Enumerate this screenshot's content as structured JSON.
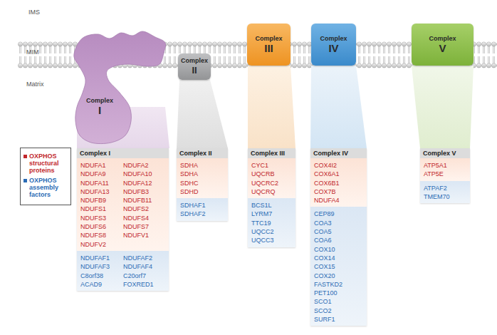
{
  "diagram": {
    "nodes": [
      {
        "text": [
          "Complex",
          "I"
        ]
      },
      {
        "text": [
          "Complex",
          "II"
        ]
      },
      {
        "text": [
          "Complex",
          "III"
        ]
      },
      {
        "text": [
          "Complex",
          "IV"
        ]
      },
      {
        "text": [
          "Complex",
          "V"
        ]
      },
      {
        "text": [
          "Complex I"
        ]
      },
      {
        "text": [
          "NDUFA1",
          "NDUFA2",
          "NDUFA9",
          "NDUFA10",
          "NDUFA11",
          "NDUFA12",
          "NDUFA13",
          "NDUFB3",
          "NDUFB9",
          "NDUFB11",
          "NDUFS1",
          "NDUFS2",
          "NDUFS3",
          "NDUFS4",
          "NDUFS6",
          "NDUFS7",
          "NDUFS8",
          "NDUFV1",
          "NDUFV2"
        ],
        "in": 5
      },
      {
        "text": [
          "NDUFAF1",
          "NDUFAF2",
          "NDUFAF3",
          "NDUFAF4",
          "C8orf38",
          "C20orf7",
          "ACAD9",
          "FOXRED1"
        ],
        "in": 5
      },
      {
        "text": [
          "Complex II"
        ]
      },
      {
        "text": [
          "SDHA",
          "SDHA",
          "SDHC",
          "SDHD"
        ],
        "in": 8
      },
      {
        "text": [
          "SDHAF1",
          "SDHAF2"
        ],
        "in": 8
      },
      {
        "text": [
          "Complex III"
        ]
      },
      {
        "text": [
          "CYC1",
          "UQCRB",
          "UQCRC2",
          "UQCRQ"
        ],
        "in": 11
      },
      {
        "text": [
          "BCS1L",
          "LYRM7",
          "TTC19",
          "UQCC2",
          "UQCC3"
        ],
        "in": 11
      },
      {
        "text": [
          "Complex IV"
        ]
      },
      {
        "text": [
          "COX4I2",
          "COX6A1",
          "COX6B1",
          "COX7B",
          "NDUFA4"
        ],
        "in": 14
      },
      {
        "text": [
          "CEP89",
          "COA3",
          "COA5",
          "COA6",
          "COX10",
          "COX14",
          "COX15",
          "COX20",
          "FASTKD2",
          "PET100",
          "SCO1",
          "SCO2",
          "SURF1"
        ],
        "in": 14
      },
      {
        "text": [
          "Complex V"
        ]
      },
      {
        "text": [
          "ATP5A1",
          "ATP5E"
        ],
        "in": 17
      },
      {
        "text": [
          "ATPAF2",
          "TMEM70"
        ],
        "in": 17
      }
    ],
    "labels": [
      "IMS",
      "MIM",
      "Matrix"
    ],
    "legend": [
      {
        "text": "OXPHOS structural proteins",
        "color": "#c1272d"
      },
      {
        "text": "OXPHOS assembly factors",
        "color": "#2b6cb5"
      }
    ]
  }
}
